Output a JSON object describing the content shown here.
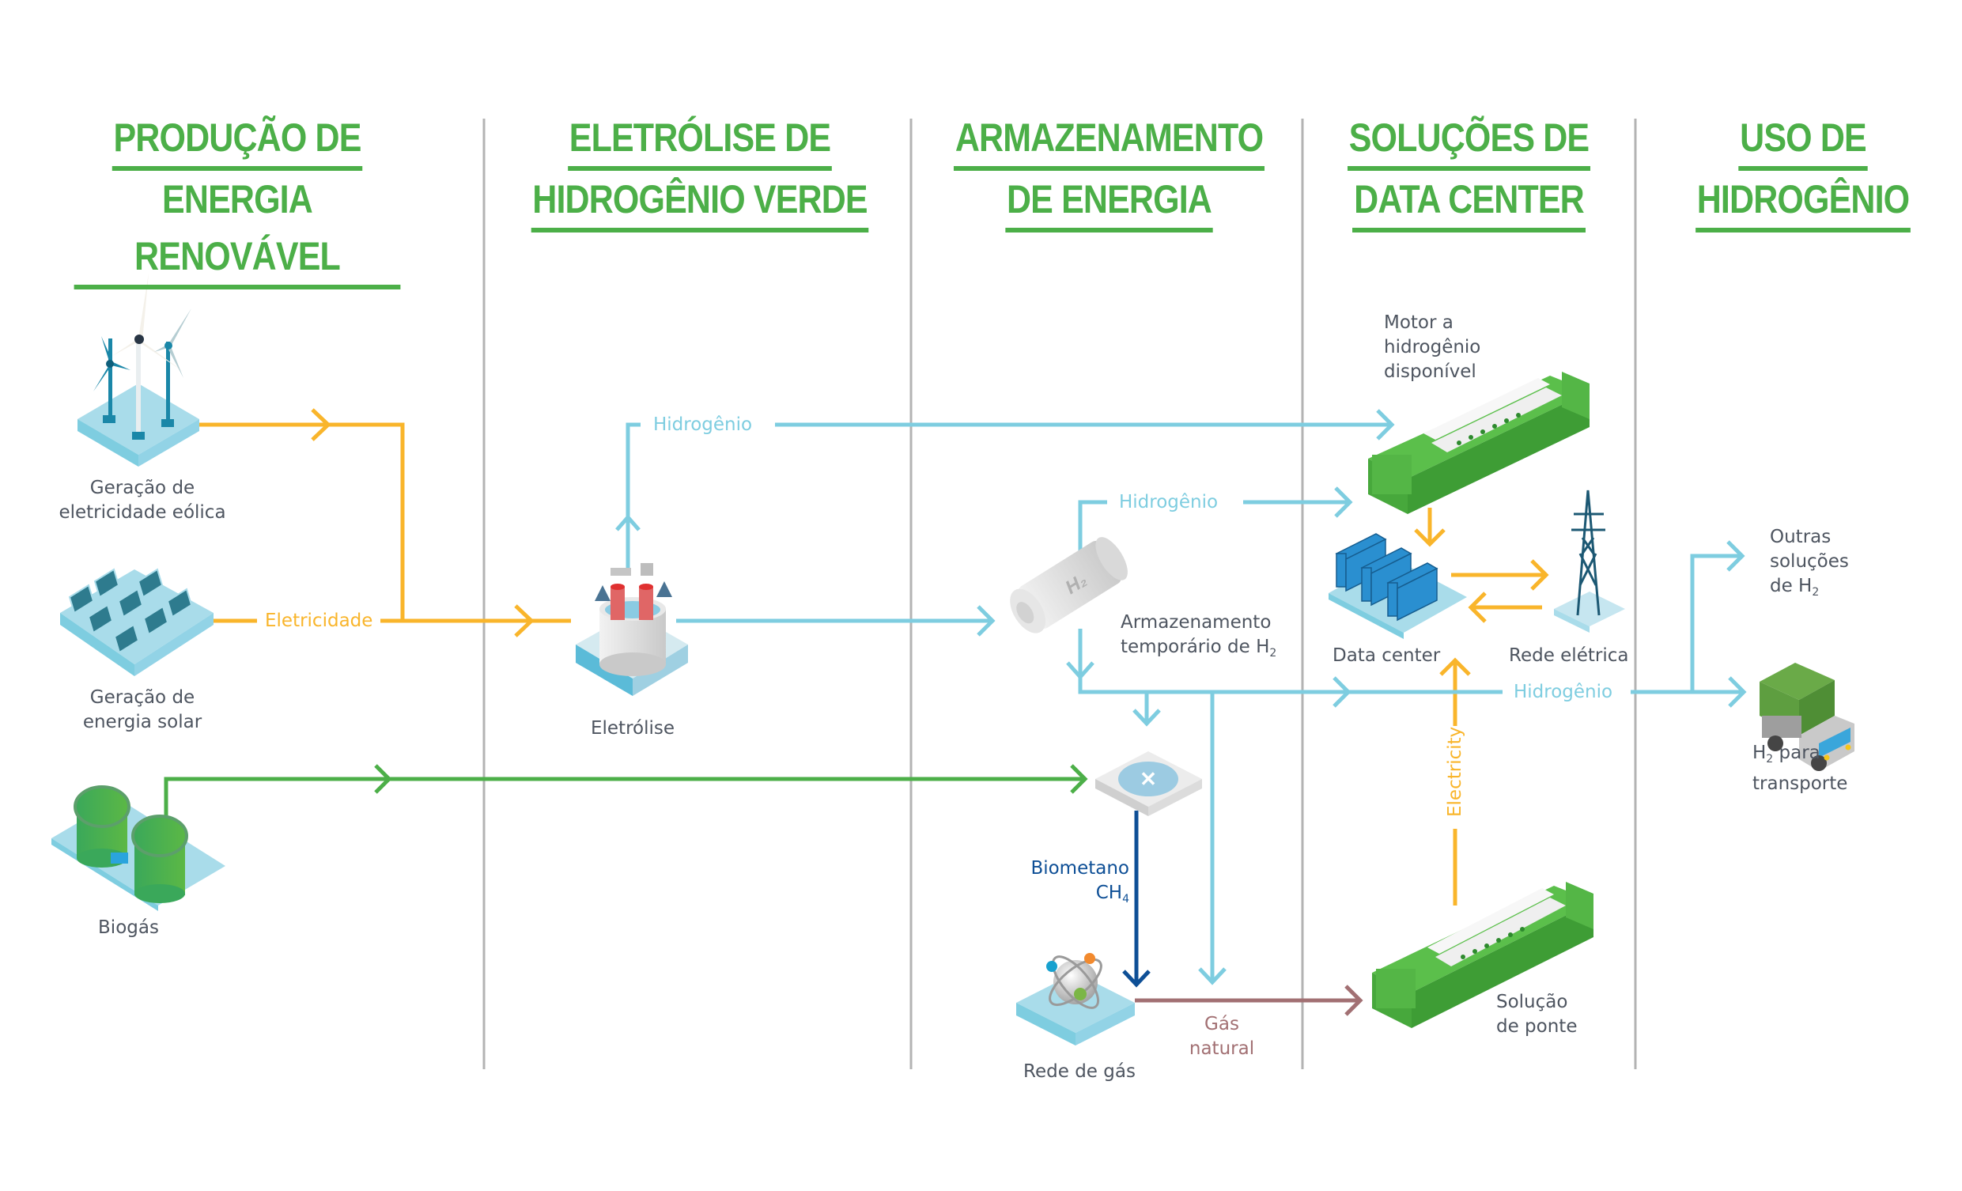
{
  "columns": [
    {
      "line1": "PRODUÇÃO DE",
      "line2": "ENERGIA RENOVÁVEL"
    },
    {
      "line1": "ELETRÓLISE DE",
      "line2": "HIDROGÊNIO VERDE"
    },
    {
      "line1": "ARMAZENAMENTO",
      "line2": "DE ENERGIA"
    },
    {
      "line1": "SOLUÇÕES DE",
      "line2": "DATA CENTER"
    },
    {
      "line1": "USO DE",
      "line2": "HIDROGÊNIO"
    }
  ],
  "nodes": {
    "wind": {
      "line1": "Geração de",
      "line2": "eletricidade eólica",
      "icon": "wind-turbines-icon"
    },
    "solar": {
      "line1": "Geração de",
      "line2": "energia solar",
      "icon": "solar-panels-icon"
    },
    "biogas": {
      "label": "Biogás",
      "icon": "biogas-tanks-icon"
    },
    "electrolysis": {
      "label": "Eletrólise",
      "icon": "electrolyzer-icon"
    },
    "storage": {
      "line1": "Armazenamento",
      "line2": "temporário de H",
      "sub": "2",
      "icon": "h2-tank-icon"
    },
    "upgrader": {
      "icon": "biomethane-upgrader-icon"
    },
    "gas_grid": {
      "label": "Rede de gás",
      "icon": "gas-grid-icon"
    },
    "h2_engine": {
      "line1": "Motor a",
      "line2": "hidrogênio",
      "line3": "disponível",
      "icon": "hydrogen-engine-icon"
    },
    "data_center": {
      "label": "Data center",
      "icon": "server-racks-icon"
    },
    "power_grid": {
      "label": "Rede elétrica",
      "icon": "power-pylon-icon"
    },
    "bridge": {
      "line1": "Solução",
      "line2": "de ponte",
      "icon": "gas-engine-icon"
    },
    "other_h2": {
      "line1": "Outras",
      "line2": "soluções",
      "line3": "de H",
      "sub": "2"
    },
    "transport": {
      "pre": "H",
      "sub": "2",
      "post": " para",
      "line2": "transporte",
      "icon": "truck-icon"
    }
  },
  "flows": {
    "electricity": "Eletricidade",
    "hydrogen": "Hidrogênio",
    "biomethane_line1": "Biometano",
    "biomethane_line2": "CH",
    "biomethane_sub": "4",
    "natural_gas_line1": "Gás",
    "natural_gas_line2": "natural",
    "electricity_en": "Electricity"
  },
  "colors": {
    "header_green": "#4caf48",
    "electricity": "#f9b52b",
    "hydrogen": "#7ecde0",
    "biogas": "#4caf48",
    "biomethane": "#0e4f96",
    "natural_gas": "#a27073",
    "divider": "#b3b3b3",
    "text": "#4e5560"
  }
}
